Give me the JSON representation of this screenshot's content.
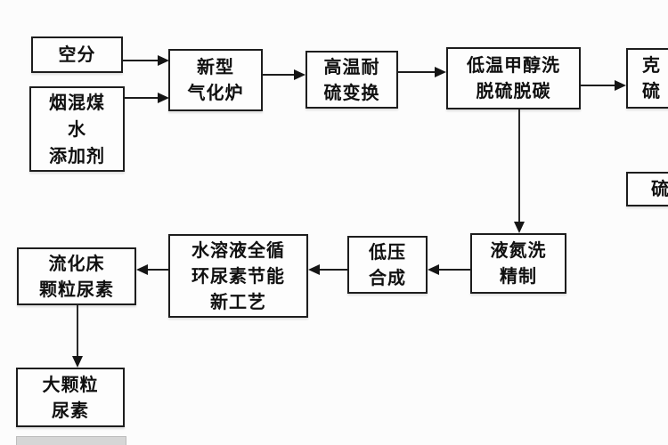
{
  "diagram": {
    "title": "coal-to-urea process flowchart",
    "colors": {
      "background": "#fcfcfc",
      "line": "#1c1c1c",
      "box_border": "#1d1d1d",
      "text": "#101010"
    },
    "nodes": {
      "air_separation": {
        "lines": [
          "空分"
        ]
      },
      "coal_water_additive": {
        "lines": [
          "烟混煤",
          "水",
          "添加剂"
        ]
      },
      "new_gasifier": {
        "lines": [
          "新型",
          "气化炉"
        ]
      },
      "sulfur_shift": {
        "lines": [
          "高温耐",
          "硫变换"
        ]
      },
      "rectisol_wash": {
        "lines": [
          "低温甲醇洗",
          "脱硫脱碳"
        ]
      },
      "claus_clipped": {
        "lines": [
          "克",
          "硫"
        ]
      },
      "sulfur_clipped": {
        "lines": [
          "硫"
        ]
      },
      "nitrogen_wash": {
        "lines": [
          "液氮洗",
          "精制"
        ]
      },
      "low_pressure_synthesis": {
        "lines": [
          "低压",
          "合成"
        ]
      },
      "urea_full_recycle": {
        "lines": [
          "水溶液全循",
          "环尿素节能",
          "新工艺"
        ]
      },
      "fluidized_bed_urea": {
        "lines": [
          "流化床",
          "颗粒尿素"
        ]
      },
      "large_granule_urea": {
        "lines": [
          "大颗粒",
          "尿素"
        ]
      }
    }
  }
}
